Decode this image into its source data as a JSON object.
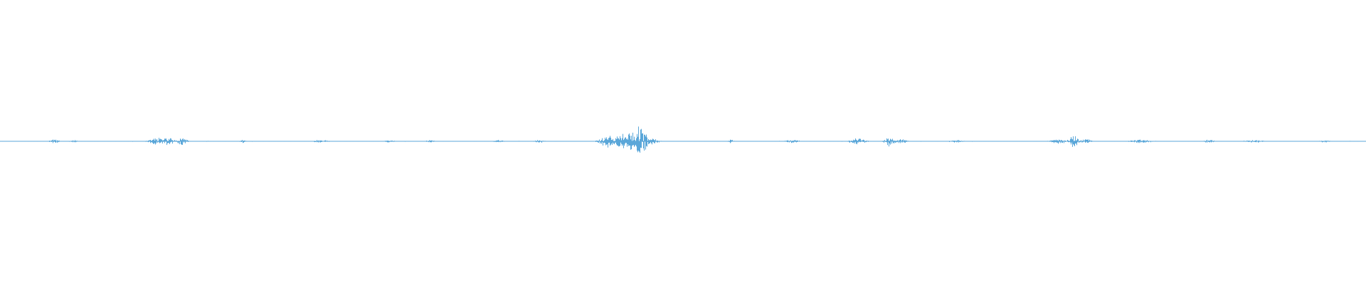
{
  "waveform": {
    "color": "#5ba7d9",
    "background": "#ffffff",
    "amplitude_range": [
      -1,
      1
    ],
    "duration_fraction_bursts": [
      {
        "center": 0.04,
        "width": 0.004,
        "peak": 0.015
      },
      {
        "center": 0.054,
        "width": 0.003,
        "peak": 0.012
      },
      {
        "center": 0.115,
        "width": 0.006,
        "peak": 0.03
      },
      {
        "center": 0.123,
        "width": 0.004,
        "peak": 0.04
      },
      {
        "center": 0.133,
        "width": 0.004,
        "peak": 0.03
      },
      {
        "center": 0.178,
        "width": 0.002,
        "peak": 0.012
      },
      {
        "center": 0.235,
        "width": 0.006,
        "peak": 0.012
      },
      {
        "center": 0.285,
        "width": 0.004,
        "peak": 0.012
      },
      {
        "center": 0.315,
        "width": 0.004,
        "peak": 0.01
      },
      {
        "center": 0.365,
        "width": 0.004,
        "peak": 0.012
      },
      {
        "center": 0.395,
        "width": 0.004,
        "peak": 0.012
      },
      {
        "center": 0.445,
        "width": 0.006,
        "peak": 0.05
      },
      {
        "center": 0.455,
        "width": 0.005,
        "peak": 0.06
      },
      {
        "center": 0.463,
        "width": 0.004,
        "peak": 0.1
      },
      {
        "center": 0.468,
        "width": 0.004,
        "peak": 0.14
      },
      {
        "center": 0.472,
        "width": 0.003,
        "peak": 0.09
      },
      {
        "center": 0.478,
        "width": 0.004,
        "peak": 0.03
      },
      {
        "center": 0.535,
        "width": 0.002,
        "peak": 0.015
      },
      {
        "center": 0.58,
        "width": 0.006,
        "peak": 0.012
      },
      {
        "center": 0.628,
        "width": 0.006,
        "peak": 0.03
      },
      {
        "center": 0.651,
        "width": 0.004,
        "peak": 0.04
      },
      {
        "center": 0.66,
        "width": 0.004,
        "peak": 0.02
      },
      {
        "center": 0.7,
        "width": 0.006,
        "peak": 0.01
      },
      {
        "center": 0.775,
        "width": 0.006,
        "peak": 0.02
      },
      {
        "center": 0.786,
        "width": 0.004,
        "peak": 0.045
      },
      {
        "center": 0.795,
        "width": 0.004,
        "peak": 0.02
      },
      {
        "center": 0.835,
        "width": 0.008,
        "peak": 0.015
      },
      {
        "center": 0.885,
        "width": 0.004,
        "peak": 0.015
      },
      {
        "center": 0.918,
        "width": 0.008,
        "peak": 0.012
      },
      {
        "center": 0.97,
        "width": 0.004,
        "peak": 0.01
      }
    ],
    "baseline_noise": 0.003
  }
}
